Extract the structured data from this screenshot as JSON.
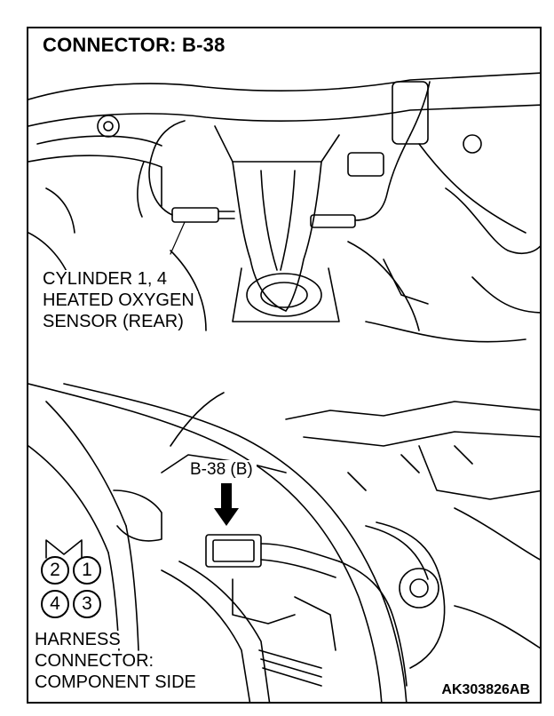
{
  "title": "CONNECTOR: B-38",
  "sensor_label": [
    "CYLINDER 1, 4",
    "HEATED OXYGEN",
    "SENSOR (REAR)"
  ],
  "connector_callout": "B-38 (B)",
  "harness_label": [
    "HARNESS",
    "CONNECTOR:",
    "COMPONENT SIDE"
  ],
  "pins": [
    "2",
    "1",
    "4",
    "3"
  ],
  "figure_code": "AK303826AB"
}
